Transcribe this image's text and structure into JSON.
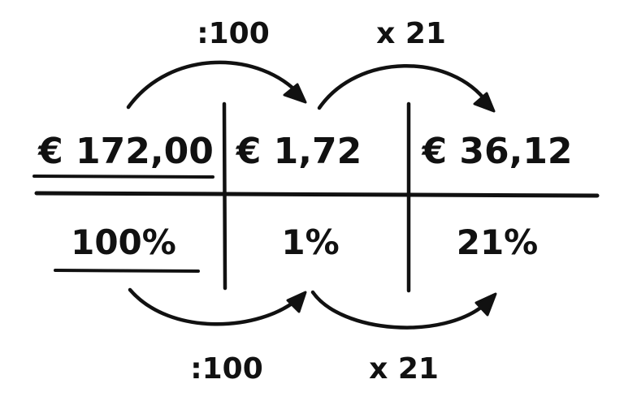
{
  "top_row": {
    "cells": [
      "€ 172,00",
      "€ 1,72",
      "€ 36,12"
    ]
  },
  "bottom_row": {
    "cells": [
      "100%",
      "1%",
      "21%"
    ]
  },
  "top_operations": [
    ":100",
    "x 21"
  ],
  "bottom_operations": [
    ":100",
    "x 21"
  ],
  "colors": {
    "ink": "#111111",
    "background": "#ffffff"
  }
}
